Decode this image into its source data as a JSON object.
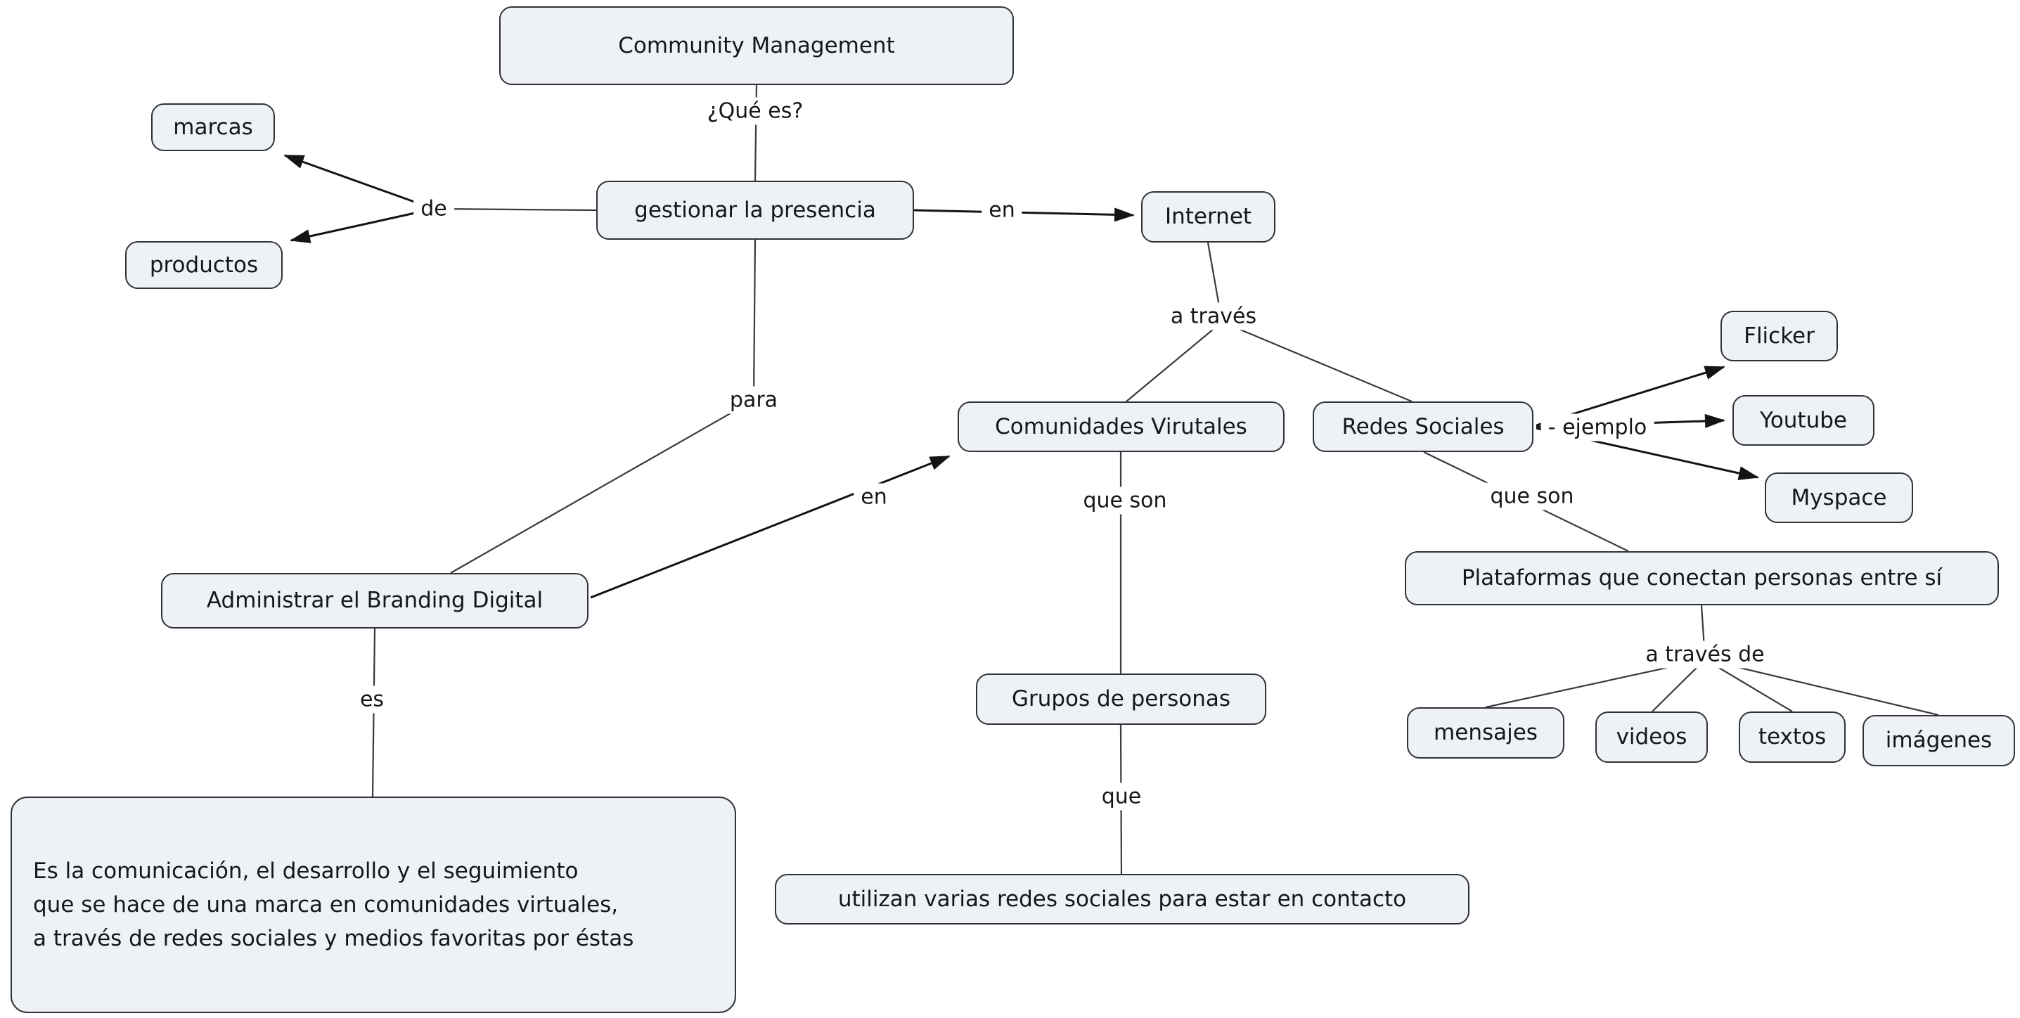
{
  "diagram": {
    "type": "concept-map",
    "title": "Community Management"
  },
  "colors": {
    "bg": "#ffffff",
    "node_fill": "#eef2f6",
    "node_border": "#2f3338",
    "line": "#3a3a3a",
    "arrow": "#141414",
    "text": "#15171a"
  },
  "nodes": {
    "community_management": {
      "label": "Community Management"
    },
    "marcas": {
      "label": "marcas"
    },
    "productos": {
      "label": "productos"
    },
    "gestionar_la_presencia": {
      "label": "gestionar la presencia"
    },
    "internet": {
      "label": "Internet"
    },
    "comunidades_virtuales": {
      "label": "Comunidades Virutales"
    },
    "redes_sociales": {
      "label": "Redes Sociales"
    },
    "flicker": {
      "label": "Flicker"
    },
    "youtube": {
      "label": "Youtube"
    },
    "myspace": {
      "label": "Myspace"
    },
    "plataformas": {
      "label": "Plataformas que conectan personas entre sí"
    },
    "administrar_branding": {
      "label": "Administrar el Branding Digital"
    },
    "grupos_de_personas": {
      "label": "Grupos de personas"
    },
    "mensajes": {
      "label": "mensajes"
    },
    "videos": {
      "label": "videos"
    },
    "textos": {
      "label": "textos"
    },
    "imagenes": {
      "label": "imágenes"
    },
    "definicion": {
      "label": "Es la comunicación, el desarrollo y el seguimiento\nque se hace de una marca en comunidades virtuales,\na través de redes sociales y medios favoritas por éstas"
    },
    "utilizan": {
      "label": "utilizan varias redes sociales para estar en contacto"
    }
  },
  "edge_labels": {
    "que_es": "¿Qué es?",
    "de": "de",
    "en_internet": "en",
    "a_traves": "a través",
    "para": "para",
    "en_comunidades": "en",
    "que_son_comunidades": "que son",
    "que_son_redes": "que son",
    "ejemplo": "- ejemplo",
    "a_traves_de": "a través de",
    "es": "es",
    "que": "que"
  },
  "edges": [
    {
      "from": "community_management",
      "to": "gestionar_la_presencia",
      "label": "¿Qué es?",
      "arrow": false
    },
    {
      "from": "gestionar_la_presencia",
      "to": "marcas",
      "label": "de",
      "arrow": true
    },
    {
      "from": "gestionar_la_presencia",
      "to": "productos",
      "label": "de",
      "arrow": true
    },
    {
      "from": "gestionar_la_presencia",
      "to": "internet",
      "label": "en",
      "arrow": true
    },
    {
      "from": "internet",
      "to": "comunidades_virtuales",
      "label": "a través",
      "arrow": false
    },
    {
      "from": "internet",
      "to": "redes_sociales",
      "label": "a través",
      "arrow": false
    },
    {
      "from": "gestionar_la_presencia",
      "to": "administrar_branding",
      "label": "para",
      "arrow": false
    },
    {
      "from": "administrar_branding",
      "to": "comunidades_virtuales",
      "label": "en",
      "arrow": true
    },
    {
      "from": "comunidades_virtuales",
      "to": "grupos_de_personas",
      "label": "que son",
      "arrow": false
    },
    {
      "from": "redes_sociales",
      "to": "flicker",
      "label": "- ejemplo",
      "arrow": true
    },
    {
      "from": "redes_sociales",
      "to": "youtube",
      "label": "- ejemplo",
      "arrow": true
    },
    {
      "from": "redes_sociales",
      "to": "myspace",
      "label": "- ejemplo",
      "arrow": true
    },
    {
      "from": "redes_sociales",
      "to": "plataformas",
      "label": "que son",
      "arrow": false
    },
    {
      "from": "plataformas",
      "to": "mensajes",
      "label": "a través de",
      "arrow": false
    },
    {
      "from": "plataformas",
      "to": "videos",
      "label": "a través de",
      "arrow": false
    },
    {
      "from": "plataformas",
      "to": "textos",
      "label": "a través de",
      "arrow": false
    },
    {
      "from": "plataformas",
      "to": "imagenes",
      "label": "a través de",
      "arrow": false
    },
    {
      "from": "administrar_branding",
      "to": "definicion",
      "label": "es",
      "arrow": false
    },
    {
      "from": "grupos_de_personas",
      "to": "utilizan",
      "label": "que",
      "arrow": false
    }
  ]
}
